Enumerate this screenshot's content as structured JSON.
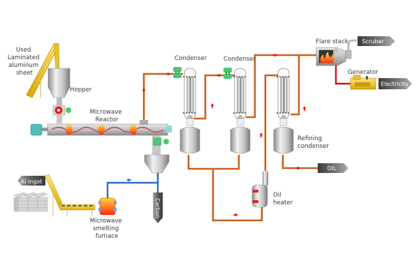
{
  "title": "Microwave pyrolysis process for used laminated aluminum sheet",
  "labels": {
    "feed": [
      "Used",
      "Laminated",
      "aluminum",
      "sheet"
    ],
    "hopper": "Hopper",
    "reactor": [
      "Microwave",
      "Reactor"
    ],
    "condenser1": "Condenser",
    "condenser2": "Condenser",
    "refining_condenser": [
      "Refining",
      "condenser"
    ],
    "oil_heater": [
      "Oil",
      "heater"
    ],
    "flare_stack": "Flare stack",
    "generator": "Generator",
    "smelting_furnace": [
      "Microwave",
      "smelting",
      "furnace"
    ]
  },
  "outputs": {
    "scrubber": "Scruber",
    "electricity": "Electricity",
    "oil": "OIL",
    "carbon": "Carbon",
    "al_ingot": "Al ingot"
  },
  "colors": {
    "vapor_pipe": "#c8601f",
    "carbon_pipe": "#2f6fc4",
    "gas_pipe": "#c8141e",
    "flow_arrow": "#e0201a",
    "conveyor": "#e8c030",
    "valve": "#4cc870",
    "output_tag": "#555555"
  }
}
